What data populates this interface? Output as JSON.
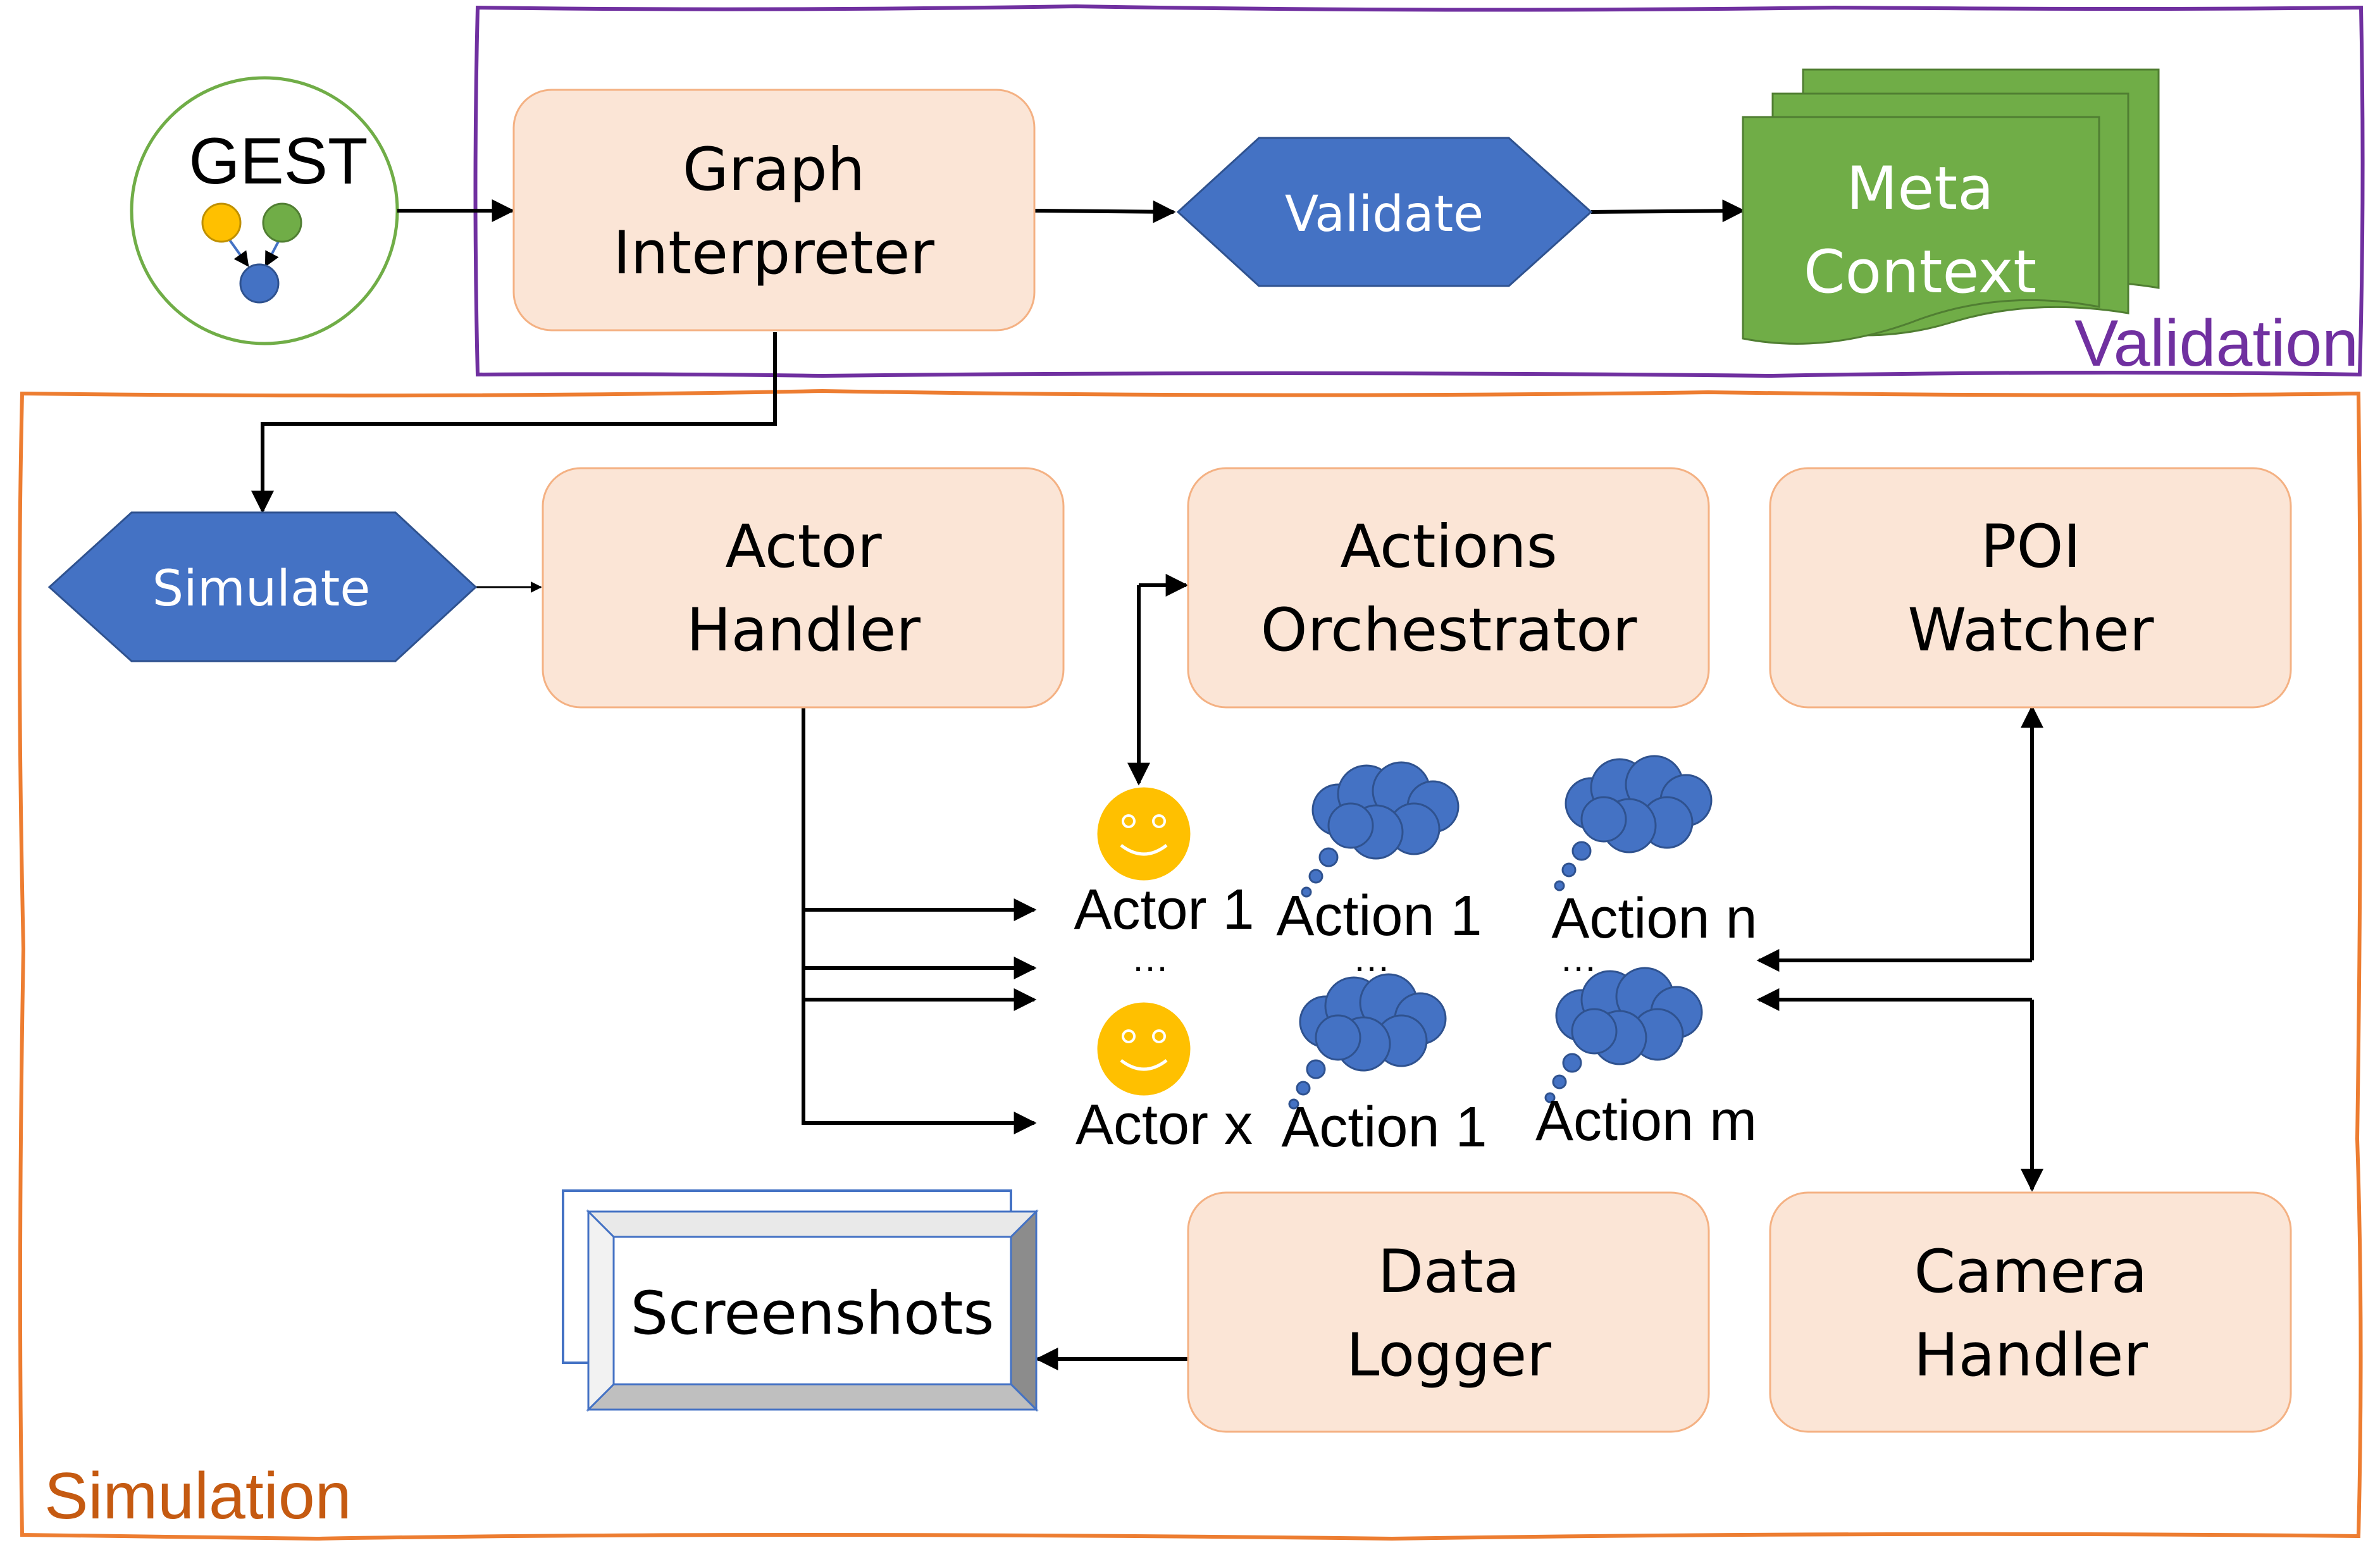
{
  "colors": {
    "validation_border": "#7030a0",
    "simulation_border": "#ed7d31",
    "process_fill": "#fbe5d6",
    "process_stroke": "#f4b183",
    "hexagon_fill": "#4472c4",
    "hexagon_stroke": "#2f528f",
    "document_fill": "#70ad47",
    "document_stroke": "#507e32",
    "actor_fill": "#ffc000",
    "action_fill": "#4472c4",
    "screenshots_stroke": "#4472c4",
    "arrow": "#000000"
  },
  "gest": {
    "label": "GEST",
    "icon": "graph-icon"
  },
  "validation": {
    "region_label": "Validation",
    "graph_interpreter": [
      "Graph",
      "Interpreter"
    ],
    "validate": "Validate",
    "meta_context": [
      "Meta",
      "Context"
    ]
  },
  "simulation": {
    "region_label": "Simulation",
    "simulate": "Simulate",
    "actor_handler": [
      "Actor",
      "Handler"
    ],
    "actions_orchestrator": [
      "Actions",
      "Orchestrator"
    ],
    "poi_watcher": [
      "POI",
      "Watcher"
    ],
    "data_logger": [
      "Data",
      "Logger"
    ],
    "camera_handler": [
      "Camera",
      "Handler"
    ],
    "screenshots": "Screenshots"
  },
  "actors": {
    "actor_1": "Actor 1",
    "actor_x": "Actor x",
    "ellipsis": "…",
    "icon": "smiley-icon"
  },
  "actions": {
    "a1_top": "Action 1",
    "an_top": "Action n",
    "a1_bottom": "Action 1",
    "am_bottom": "Action m",
    "ellipsis": "…",
    "icon": "thought-cloud-icon"
  }
}
